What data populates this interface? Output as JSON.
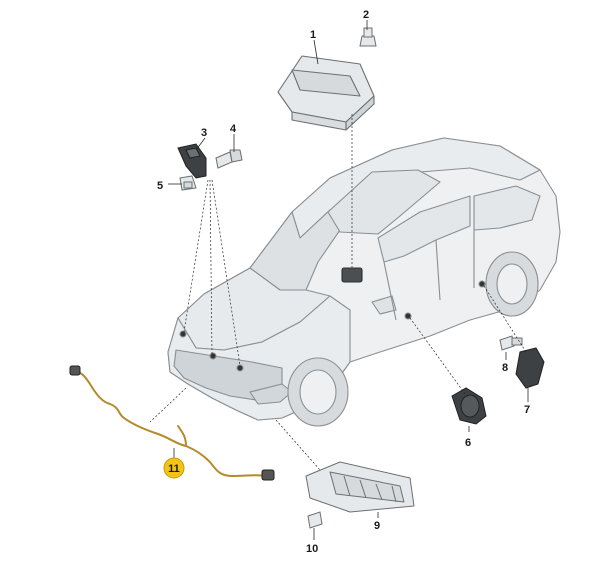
{
  "diagram": {
    "callouts": [
      {
        "id": "1",
        "label": "1"
      },
      {
        "id": "2",
        "label": "2"
      },
      {
        "id": "3",
        "label": "3"
      },
      {
        "id": "4",
        "label": "4"
      },
      {
        "id": "5",
        "label": "5"
      },
      {
        "id": "6",
        "label": "6"
      },
      {
        "id": "7",
        "label": "7"
      },
      {
        "id": "8",
        "label": "8"
      },
      {
        "id": "9",
        "label": "9"
      },
      {
        "id": "10",
        "label": "10"
      },
      {
        "id": "11",
        "label": "11",
        "highlighted": true
      }
    ],
    "colors": {
      "part_fill": "#e6e9eb",
      "part_stroke": "#6b7073",
      "car_fill": "#eef0f1",
      "car_stroke": "#8a8f93",
      "leader": "#2a2a2a",
      "highlight": "#f2c318",
      "harness": "#b48a2a"
    },
    "parts": [
      {
        "id": "1",
        "icon": "airbag-control-unit-icon"
      },
      {
        "id": "2",
        "icon": "nut-icon"
      },
      {
        "id": "3",
        "icon": "crash-sensor-icon"
      },
      {
        "id": "4",
        "icon": "bolt-icon"
      },
      {
        "id": "5",
        "icon": "nut-icon"
      },
      {
        "id": "6",
        "icon": "side-sensor-icon"
      },
      {
        "id": "7",
        "icon": "rear-sensor-icon"
      },
      {
        "id": "8",
        "icon": "bolt-icon"
      },
      {
        "id": "9",
        "icon": "bracket-icon"
      },
      {
        "id": "10",
        "icon": "bolt-icon"
      },
      {
        "id": "11",
        "icon": "wiring-harness-icon"
      }
    ]
  }
}
